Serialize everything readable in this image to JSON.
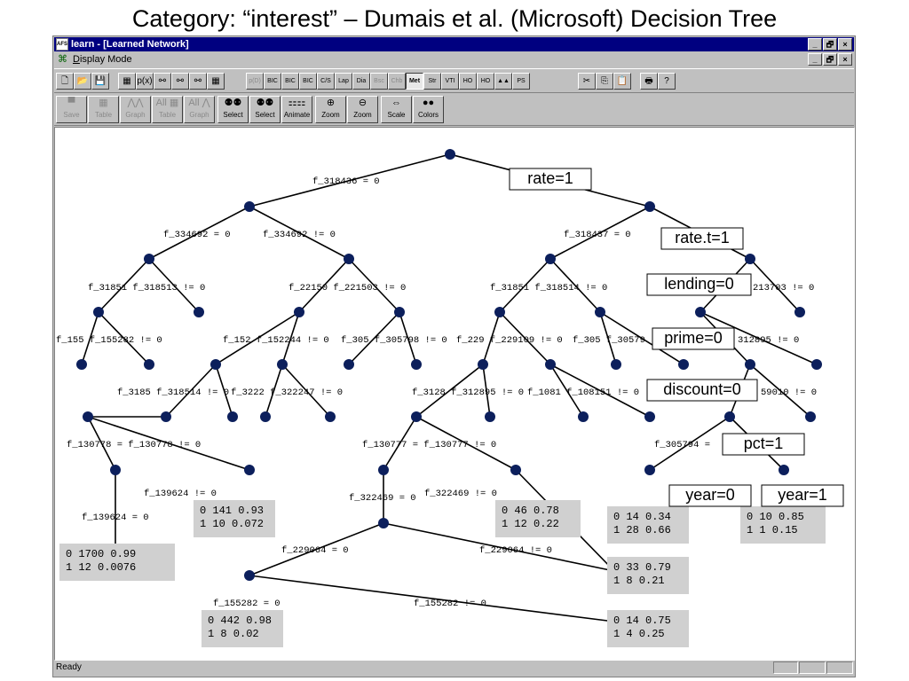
{
  "slide_title": "Category: “interest” – Dumais et al. (Microsoft) Decision Tree",
  "window": {
    "title": "learn - [Learned Network]",
    "app_icon": "AFS",
    "menu_label": "Display Mode",
    "min_glyph": "_",
    "restore_glyph": "🗗",
    "close_glyph": "×"
  },
  "toolbar1": {
    "buttons": [
      {
        "icon": "new-file-icon",
        "glyph": "🗋"
      },
      {
        "icon": "open-folder-icon",
        "glyph": "📂"
      },
      {
        "icon": "save-disk-icon",
        "glyph": "💾"
      },
      {
        "icon": "grid-icon",
        "glyph": "▦"
      },
      {
        "icon": "pdx-icon",
        "glyph": "p(x)"
      },
      {
        "icon": "network-icon",
        "glyph": "⚯"
      },
      {
        "icon": "network-arrow-icon",
        "glyph": "⚯"
      },
      {
        "icon": "network-yellow-icon",
        "glyph": "⚯"
      },
      {
        "icon": "calendar-icon",
        "glyph": "▦"
      },
      {
        "label": "p(D)",
        "dis": true
      },
      {
        "label": "BIC",
        "dis": false
      },
      {
        "label": "BIC",
        "dis": false
      },
      {
        "label": "BIC",
        "dis": false
      },
      {
        "label": "C/S",
        "dis": false
      },
      {
        "label": "Lap",
        "dis": false
      },
      {
        "label": "Dia",
        "dis": false
      },
      {
        "label": "Bsc",
        "dis": true
      },
      {
        "label": "Chb",
        "dis": true
      },
      {
        "label": "Met",
        "sel": true
      },
      {
        "label": "Str",
        "dis": false
      },
      {
        "label": "VTI",
        "dis": false
      },
      {
        "label": "HO",
        "dis": false
      },
      {
        "label": "HO",
        "dis": false
      },
      {
        "label": "▲▲",
        "dis": false
      },
      {
        "label": "PS",
        "dis": false
      },
      {
        "icon": "cut-icon",
        "glyph": "✂"
      },
      {
        "icon": "copy-icon",
        "glyph": "⎘"
      },
      {
        "icon": "paste-icon",
        "glyph": "📋"
      },
      {
        "icon": "print-icon",
        "glyph": "🖶"
      },
      {
        "icon": "help-icon",
        "glyph": "?"
      }
    ]
  },
  "toolbar2": {
    "buttons": [
      {
        "label": "Save",
        "icon": "save-icon",
        "glyph": "▀",
        "dis": true
      },
      {
        "label": "Table",
        "icon": "table-icon",
        "glyph": "▦",
        "dis": true
      },
      {
        "label": "Graph",
        "icon": "graph-icon",
        "glyph": "⋀⋀",
        "dis": true
      },
      {
        "label": "Table",
        "icon": "all-table-icon",
        "glyph": "All ▦",
        "dis": true
      },
      {
        "label": "Graph",
        "icon": "all-graph-icon",
        "glyph": "All ⋀",
        "dis": true
      },
      {
        "label": "Select",
        "icon": "select-icon",
        "glyph": "⚉⚉",
        "dis": false
      },
      {
        "label": "Select",
        "icon": "select-red-icon",
        "glyph": "⚉⚉",
        "dis": false
      },
      {
        "label": "Animate",
        "icon": "animate-icon",
        "glyph": "⚏⚏",
        "dis": false
      },
      {
        "label": "Zoom",
        "icon": "zoom-in-icon",
        "glyph": "⊕",
        "dis": false
      },
      {
        "label": "Zoom",
        "icon": "zoom-out-icon",
        "glyph": "⊖",
        "dis": false
      },
      {
        "label": "Scale",
        "icon": "scale-icon",
        "glyph": "⇔",
        "dis": false
      },
      {
        "label": "Colors",
        "icon": "colors-icon",
        "glyph": "●●",
        "dis": false
      }
    ]
  },
  "status": "Ready",
  "tree": {
    "edge_labels": [
      "f_318436 = 0",
      "f_334692 = 0",
      "f_334692 != 0",
      "f_318437 = 0",
      "f_31851 f_318513 != 0",
      "f_22150 f_221503 != 0",
      "f_31851 f_318514 != 0",
      "213703 != 0",
      "f_155 f_155282 != 0",
      "f_152 f_152244 != 0",
      "f_305 f_305798 != 0",
      "f_229 f_229109 != 0",
      "f_305 f_30579",
      "312895 != 0",
      "f_3185 f_318514 != 0",
      "f_3222 f_322247 != 0",
      "f_3128 f_312895 != 0",
      "f_1081 f_108151 != 0",
      "59010 != 0",
      "f_130778 = f_130778 != 0",
      "f_130777 = f_130777 != 0",
      "f_305794 =",
      "f_139624 != 0",
      "f_139624 = 0",
      "f_322469 = 0",
      "f_322469 != 0",
      "f_229064 = 0",
      "f_229064 != 0",
      "f_155282 = 0",
      "f_155282 != 0"
    ],
    "leaf_tables": [
      [
        "0 141 0.93",
        "1 10  0.072"
      ],
      [
        "0 1700 0.99",
        "1 12   0.0076"
      ],
      [
        "0 46 0.78",
        "1 12 0.22"
      ],
      [
        "0 14 0.34",
        "1 28 0.66"
      ],
      [
        "0 10 0.85",
        "1 1  0.15"
      ],
      [
        "0 33 0.79",
        "1 8  0.21"
      ],
      [
        "0 442 0.98",
        "1 8   0.02"
      ],
      [
        "0 14 0.75",
        "1 4  0.25"
      ]
    ],
    "callouts": [
      "rate=1",
      "rate.t=1",
      "lending=0",
      "prime=0",
      "discount=0",
      "pct=1",
      "year=0",
      "year=1"
    ],
    "colors": {
      "node": "#0c1f5c",
      "table_bg": "#d0d0d0"
    }
  }
}
